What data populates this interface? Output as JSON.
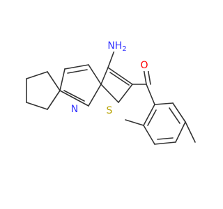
{
  "structure": {
    "atom_labels": {
      "amino": "NH",
      "amino_sub": "2",
      "carbonyl_oxygen": "O",
      "ring_nitrogen": "N",
      "ring_sulfur": "S"
    },
    "colors": {
      "bond": "#333333",
      "nitrogen": "#3333ff",
      "oxygen": "#ff0000",
      "sulfur": "#b8a200"
    }
  }
}
